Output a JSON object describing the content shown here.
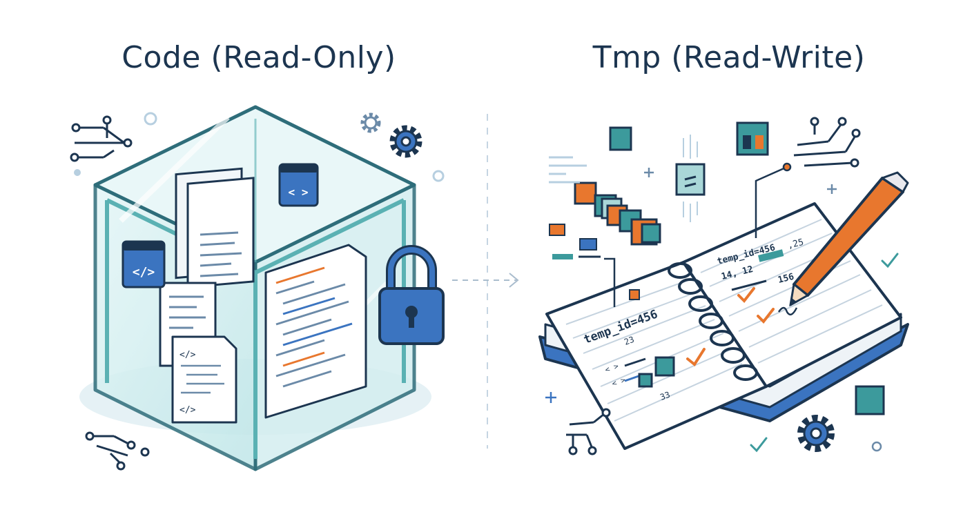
{
  "titles": {
    "left": "Code (Read-Only)",
    "right": "Tmp (Read-Write)"
  },
  "code_glyph": "</>",
  "code_glyph_small": "< >",
  "notebook": {
    "left_page": {
      "id_text": "temp_id=456",
      "num_a": "23",
      "num_b": "33"
    },
    "right_page": {
      "id_text": "temp_id=456",
      "num_a": ",25",
      "num_b": "14, 12",
      "num_c": "156"
    }
  },
  "colors": {
    "navy": "#1c3550",
    "teal": "#3c9a9c",
    "glass": "#cfeef0",
    "blue": "#3b74c0",
    "orange": "#e8772e"
  },
  "icons": [
    "lock-icon",
    "gear-icon",
    "pencil-icon",
    "cube-icon",
    "circuit-icon",
    "checkmark-icon",
    "plus-icon",
    "arrow-icon"
  ]
}
